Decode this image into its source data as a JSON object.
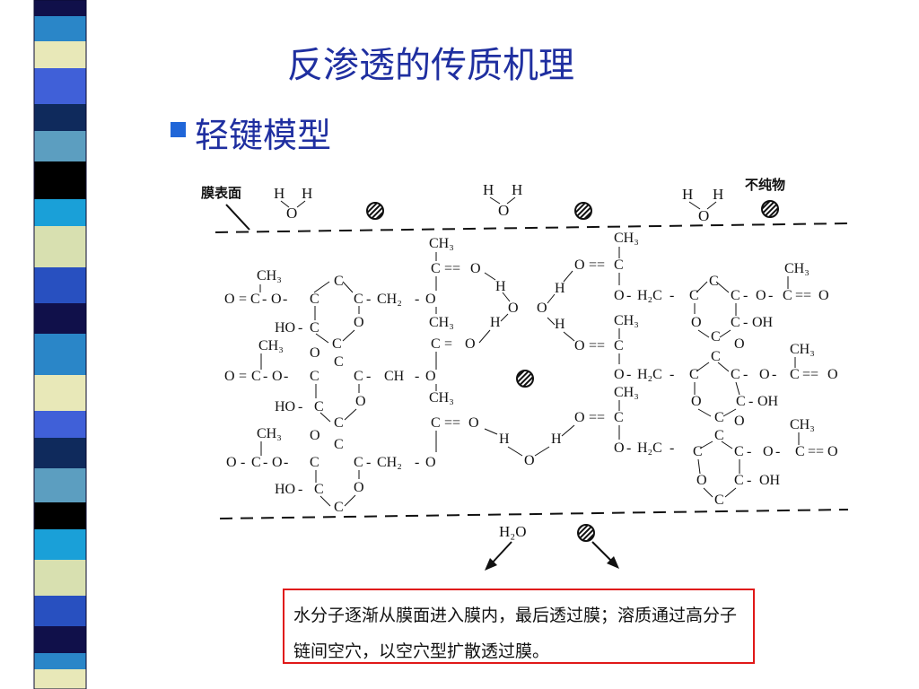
{
  "slide": {
    "title": "反渗透的传质机理",
    "bullet": "轻键模型",
    "caption": "水分子逐渐从膜面进入膜内，最后透过膜；溶质通过高分子链间空穴，以空穴型扩散透过膜。"
  },
  "diagram": {
    "label_membrane_surface": "膜表面",
    "label_impurity": "不纯物",
    "label_water_out": "H₂O",
    "molecule_letters": {
      "hydrogen": "H",
      "oxygen": "O",
      "carbon": "C",
      "methyl": "CH₃",
      "hydroxyl_left": "HO",
      "hydroxyl_right": "OH",
      "ch2": "CH₂",
      "h2c": "H₂C",
      "ch": "CH"
    }
  },
  "colors": {
    "title": "#1f2fa0",
    "bullet_square": "#2066d8",
    "caption_border": "#e01818",
    "stripe": [
      "#10104a",
      "#2a86c8",
      "#e8e8b8",
      "#4060d8",
      "#0f2a5c",
      "#5c9ec0",
      "#000000",
      "#1aa0d8",
      "#d8e0b0",
      "#2850c0"
    ]
  }
}
